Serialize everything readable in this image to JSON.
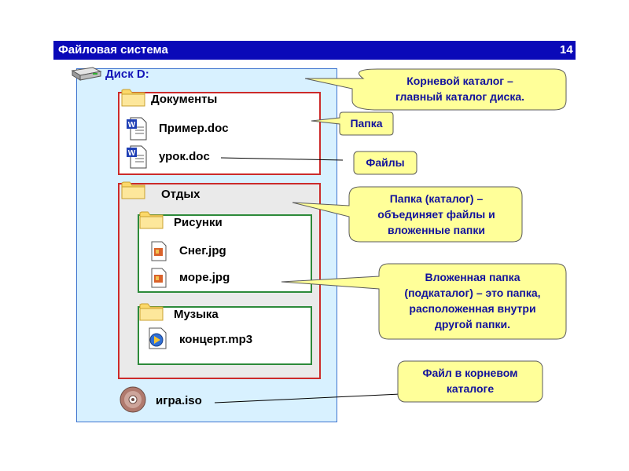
{
  "header": {
    "title": "Файловая система",
    "page": "14"
  },
  "colors": {
    "header_bg": "#0a09b8",
    "panel_bg": "#d8f1ff",
    "callout_bg": "#ffff99",
    "callout_text": "#12129c",
    "red_border": "#cc2b2b",
    "green_border": "#2d8a3a"
  },
  "tree": {
    "root": {
      "label": "Диск D:",
      "icon": "disk-drive-icon"
    },
    "documents": {
      "label": "Документы",
      "icon": "folder-icon",
      "files": [
        {
          "label": "Пример.doc",
          "icon": "word-doc-icon"
        },
        {
          "label": "урок.doc",
          "icon": "word-doc-icon"
        }
      ]
    },
    "rest": {
      "label": "Отдых",
      "icon": "folder-icon",
      "pictures": {
        "label": "Рисунки",
        "icon": "folder-icon",
        "files": [
          {
            "label": "Снег.jpg",
            "icon": "image-file-icon"
          },
          {
            "label": "море.jpg",
            "icon": "image-file-icon"
          }
        ]
      },
      "music": {
        "label": "Музыка",
        "icon": "folder-icon",
        "files": [
          {
            "label": "концерт.mp3",
            "icon": "media-file-icon"
          }
        ]
      }
    },
    "root_file": {
      "label": "игра.iso",
      "icon": "disc-image-icon"
    }
  },
  "callouts": {
    "root_catalog": {
      "line1": "Корневой каталог –",
      "line2": "главный каталог диска."
    },
    "folder": {
      "text": "Папка"
    },
    "files": {
      "text": "Файлы"
    },
    "folder_catalog": {
      "line1": "Папка (каталог) –",
      "line2": "объединяет файлы и",
      "line3": "вложенные папки"
    },
    "subfolder": {
      "line1": "Вложенная папка",
      "line2": "(подкаталог) – это папка,",
      "line3": "расположенная внутри",
      "line4": "другой папки."
    },
    "root_file": {
      "line1": "Файл в корневом",
      "line2": "каталоге"
    }
  }
}
